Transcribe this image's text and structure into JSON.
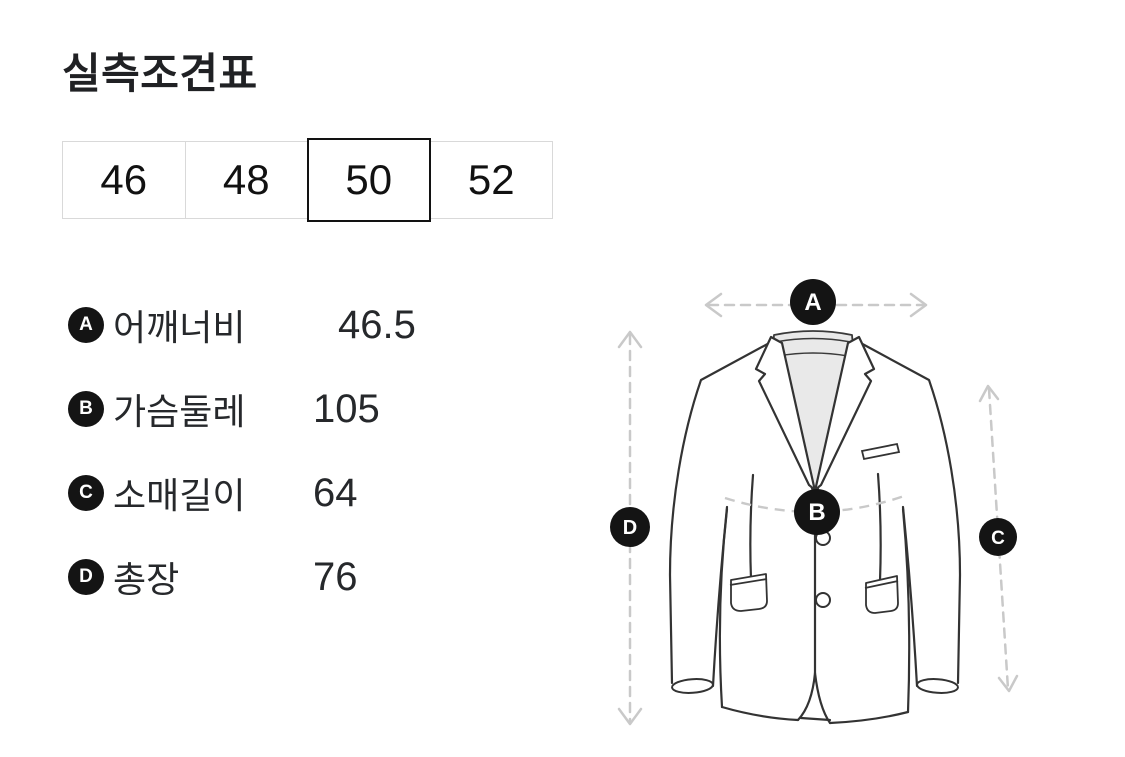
{
  "header": {
    "title": "실측조견표"
  },
  "sizes": {
    "options": [
      "46",
      "48",
      "50",
      "52"
    ],
    "selected": "50"
  },
  "measurements": [
    {
      "key": "A",
      "label": "어깨너비",
      "value": "46.5"
    },
    {
      "key": "B",
      "label": "가슴둘레",
      "value": "105"
    },
    {
      "key": "C",
      "label": "소매길이",
      "value": "64"
    },
    {
      "key": "D",
      "label": "총장",
      "value": "76"
    }
  ],
  "diagram": {
    "description": "jacket front view with measurement arrows",
    "markers": [
      "A",
      "B",
      "C",
      "D"
    ]
  },
  "colors": {
    "background": "#ffffff",
    "text": "#26282b",
    "badge": "#141414",
    "cell_border": "#d9d9d9",
    "selected_border": "#121212",
    "dashed_arrow": "#c9c9c9",
    "jacket_outline": "#333333",
    "shirt_fill": "#e9e9e9"
  }
}
